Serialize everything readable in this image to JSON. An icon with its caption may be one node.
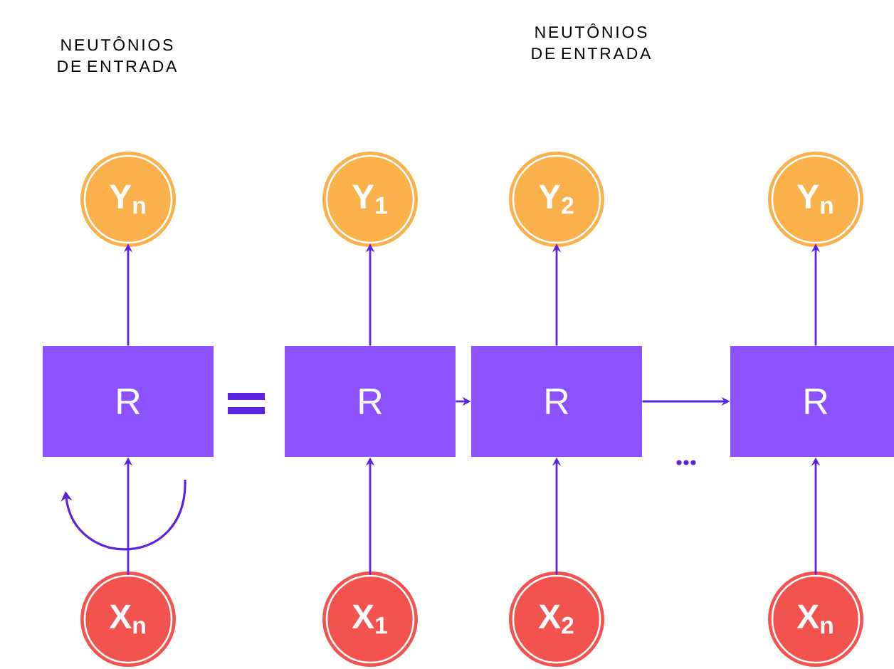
{
  "diagram": {
    "nodes": [
      {
        "text": [
          "Y$_{n}$"
        ]
      },
      {
        "text": [
          "R"
        ]
      },
      {
        "text": [
          "X$_{n}$"
        ]
      },
      {
        "text": [
          "Y$_{1}$"
        ]
      },
      {
        "text": [
          "R"
        ]
      },
      {
        "text": [
          "X$_{1}$"
        ]
      },
      {
        "text": [
          "Y$_{2}$"
        ]
      },
      {
        "text": [
          "R"
        ]
      },
      {
        "text": [
          "X$_{2}$"
        ]
      },
      {
        "text": [
          "Y$_{n}$"
        ]
      },
      {
        "text": [
          "R"
        ]
      },
      {
        "text": [
          "X$_{n}$"
        ]
      }
    ],
    "edges": [
      {
        "from": 2,
        "to": 1,
        "arrow": "to"
      },
      {
        "from": 1,
        "to": 0,
        "arrow": "to"
      },
      {
        "from": 5,
        "to": 4,
        "arrow": "to"
      },
      {
        "from": 4,
        "to": 3,
        "arrow": "to"
      },
      {
        "from": 4,
        "to": 7,
        "arrow": "to"
      },
      {
        "from": 8,
        "to": 7,
        "arrow": "to"
      },
      {
        "from": 7,
        "to": 6,
        "arrow": "to"
      },
      {
        "from": 7,
        "to": 10,
        "arrow": "to"
      },
      {
        "from": 11,
        "to": 10,
        "arrow": "to"
      },
      {
        "from": 10,
        "to": 9,
        "arrow": "to"
      }
    ],
    "labels": [
      "NEUTÔNIOS DE ENTRADA",
      "NEUTÔNIOS DE ENTRADA"
    ]
  }
}
